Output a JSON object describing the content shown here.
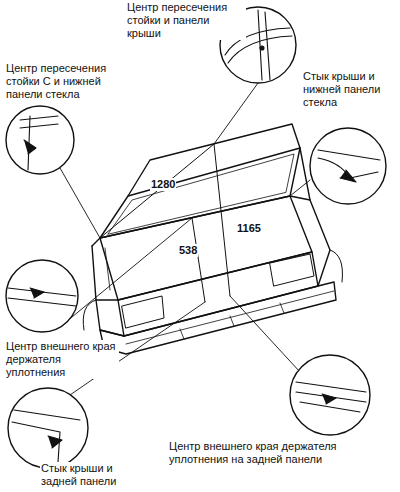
{
  "diagram": {
    "labels": [
      "Центр пересечения стойки и панели крыши",
      "Центр пересечения стойки С и нижней панели стекла",
      "Стык крыши и нижней панели стекла",
      "1280",
      "1165",
      "538",
      "Центр внешнего края держателя уплотнения",
      "Центр внешнего края держателя уплотнения на задней панели",
      "Стык крыши и задней панели"
    ]
  }
}
